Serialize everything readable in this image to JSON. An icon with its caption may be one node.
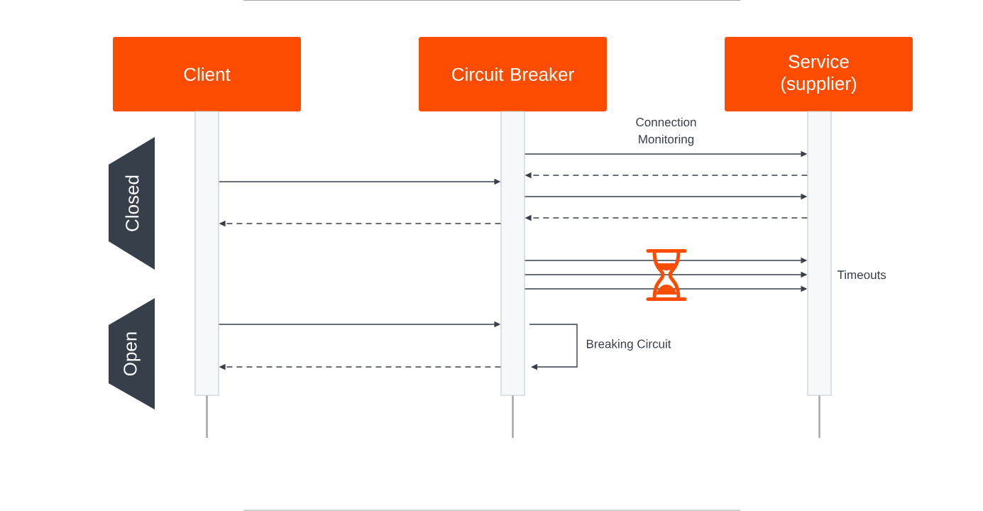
{
  "diagram": {
    "nodes": [
      {
        "text": [
          "Client"
        ]
      },
      {
        "text": [
          "Circuit Breaker"
        ]
      },
      {
        "text": [
          "Service (supplier)"
        ]
      },
      {
        "text": [],
        "shape": "bar"
      },
      {
        "text": [],
        "shape": "bar"
      },
      {
        "text": [],
        "shape": "bar",
        "beside": [
          "Timeouts"
        ]
      },
      {
        "text": [
          "Closed"
        ]
      },
      {
        "text": [
          "Open"
        ]
      }
    ],
    "edges": [
      {
        "from": 4,
        "to": 5,
        "arrow": "to",
        "label": "Connection Monitoring"
      },
      {
        "from": 5,
        "to": 4,
        "arrow": "to",
        "style": "dashed"
      },
      {
        "from": 3,
        "to": 4,
        "arrow": "to"
      },
      {
        "from": 4,
        "to": 5,
        "arrow": "to"
      },
      {
        "from": 5,
        "to": 4,
        "arrow": "to",
        "style": "dashed"
      },
      {
        "from": 4,
        "to": 3,
        "arrow": "to",
        "style": "dashed"
      },
      {
        "from": 4,
        "to": 5,
        "arrow": "to"
      },
      {
        "from": 4,
        "to": 5,
        "arrow": "to"
      },
      {
        "from": 4,
        "to": 5,
        "arrow": "to"
      },
      {
        "from": 3,
        "to": 4,
        "arrow": "to"
      },
      {
        "from": 4,
        "to": 4,
        "arrow": "to",
        "label": "Breaking Circuit"
      },
      {
        "from": 4,
        "to": 3,
        "arrow": "to",
        "style": "dashed"
      }
    ]
  }
}
